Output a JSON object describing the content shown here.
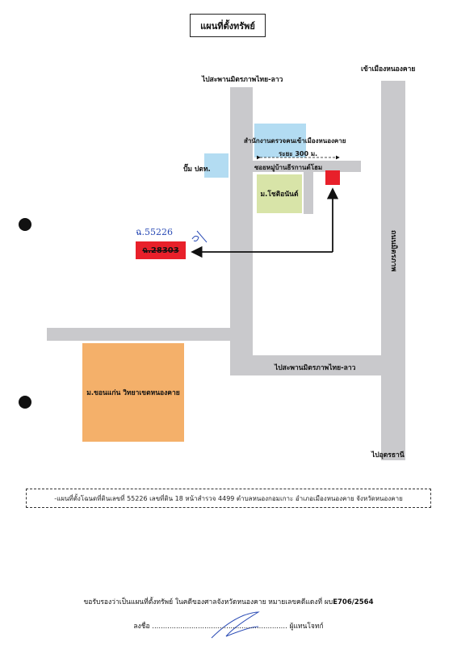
{
  "header": {
    "title": "แผนที่ตั้งทรัพย์"
  },
  "map": {
    "labels": {
      "road_north": "ไปสะพานมิตรภาพไทย-ลาว",
      "road_east_top": "เข้าเมืองหนองคาย",
      "road_vertical_name": "ถนนมิตรภาพ",
      "road_lower": "ไปสะพานมิตรภาพไทย-ลาว",
      "road_south": "ไปอุดรธานี",
      "immigration": "สำนักงานตรวจคนเข้าเมืองหนองคาย",
      "distance": "ระยะ 300 ม.",
      "soi": "ซอยหมู่บ้านธีรกานต์โฮม",
      "gas_station": "ปั๊ม ปตท.",
      "village": "ม.โชติอนันต์",
      "campus": "ม.ขอนแก่น วิทยาเขตหนองคาย",
      "deed_old": "ฉ.28303",
      "deed_new": "ฉ.55226"
    },
    "colors": {
      "road": "#c9c9cc",
      "immigration": "#b3dcf2",
      "gas_station": "#b3dcf2",
      "village": "#d8e4a8",
      "campus": "#f4b06a",
      "target": "#e8202a",
      "handwriting": "#2a4bb5"
    }
  },
  "footer": {
    "description": "-แผนที่ตั้งโฉนดที่ดินเลขที่ 55226   เลขที่ดิน  18   หน้าสำรวจ  4499  ตำบลหนองกอมเกาะ   อำเภอเมืองหนองคาย จังหวัดหนองคาย",
    "certification_prefix": "ขอรับรองว่าเป็นแผนที่ตั้งทรัพย์ ในคดีของศาลจังหวัดหนองคาย หมายเลขคดีแดงที่ ผบ",
    "case_number": "E706/2564",
    "signature_prefix": "ลงชื่อ ..............................................................",
    "signature_suffix": "ผู้แทนโจทก์"
  }
}
